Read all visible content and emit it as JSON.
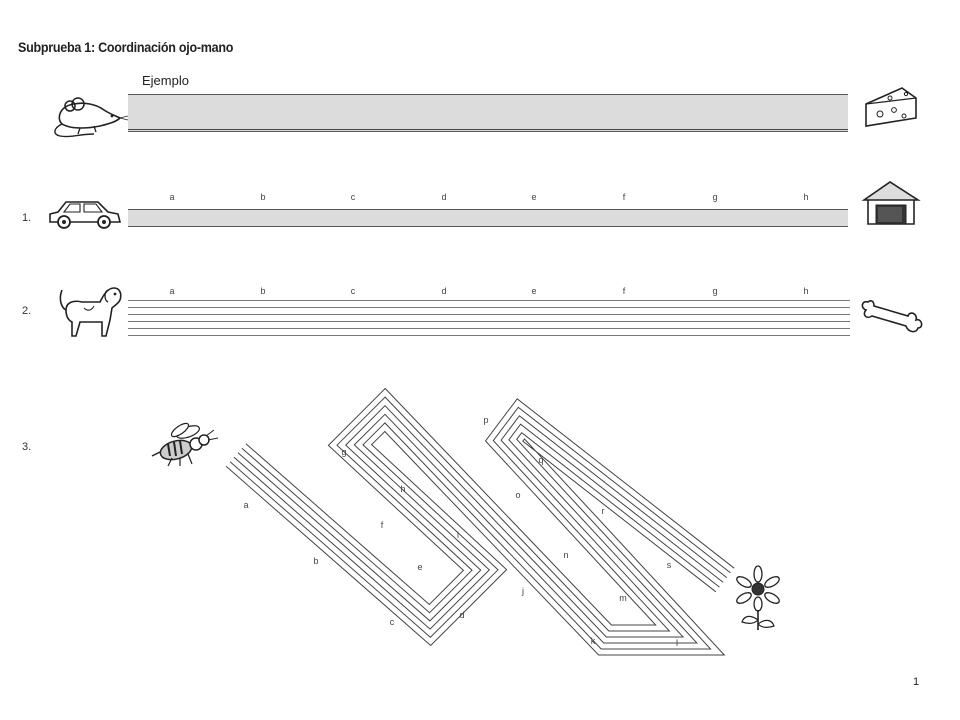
{
  "page": {
    "title": "Subprueba 1: Coordinación ojo-mano",
    "page_number": "1"
  },
  "example": {
    "label": "Ejemplo",
    "start_icon": "mouse-icon",
    "end_icon": "cheese-icon"
  },
  "items": [
    {
      "number": "1.",
      "letters": [
        "a",
        "b",
        "c",
        "d",
        "e",
        "f",
        "g",
        "h"
      ],
      "start_icon": "car-icon",
      "end_icon": "garage-icon"
    },
    {
      "number": "2.",
      "letters": [
        "a",
        "b",
        "c",
        "d",
        "e",
        "f",
        "g",
        "h"
      ],
      "start_icon": "dog-icon",
      "end_icon": "bone-icon"
    },
    {
      "number": "3.",
      "letters": [
        "a",
        "b",
        "c",
        "d",
        "e",
        "f",
        "g",
        "h",
        "i",
        "j",
        "k",
        "l",
        "m",
        "n",
        "o",
        "p",
        "q",
        "r",
        "s"
      ],
      "start_icon": "bee-icon",
      "end_icon": "flower-icon"
    }
  ]
}
